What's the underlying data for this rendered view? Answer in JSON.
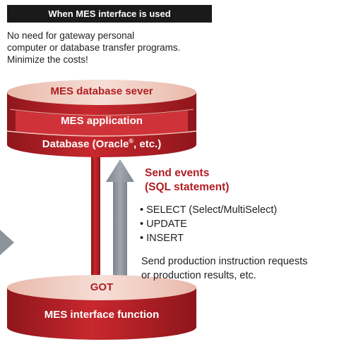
{
  "banner": "When MES interface is used",
  "intro": [
    "No need for gateway personal",
    "computer or database transfer programs.",
    "Minimize the costs!"
  ],
  "server": {
    "title": "MES database sever",
    "app": "MES application",
    "db_prefix": "Database (Oracle",
    "db_reg": "®",
    "db_suffix": ", etc.)"
  },
  "send": {
    "line1": "Send events",
    "line2": "(SQL statement)"
  },
  "bullets": [
    "• SELECT (Select/MultiSelect)",
    "• UPDATE",
    "• INSERT"
  ],
  "note": [
    "Send production instruction requests",
    "or production results, etc."
  ],
  "got": {
    "title": "GOT",
    "function": "MES interface function"
  },
  "colors": {
    "red_dark": "#9e1a20",
    "red": "#c0242a",
    "cap": "#f0cfc4",
    "arrow_gray": "#8c939b",
    "banner": "#1a1a1a"
  }
}
